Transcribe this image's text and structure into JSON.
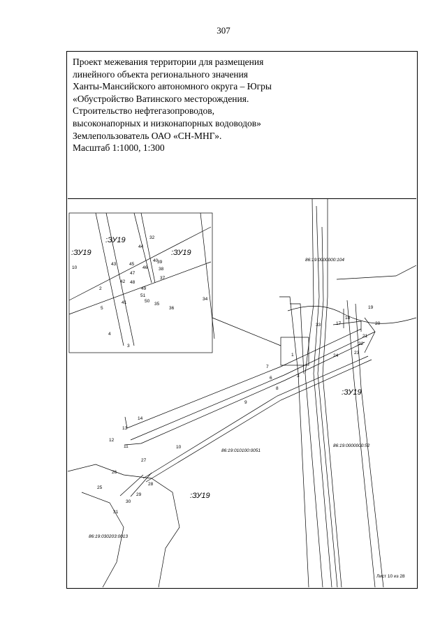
{
  "page_number": "307",
  "title": {
    "lines": [
      "Проект межевания территории для размещения",
      "линейного объекта регионального значения",
      "Ханты-Мансийского автономного округа – Югры",
      "«Обустройство Ватинского месторождения.",
      "Строительство нефтегазопроводов,",
      "высоконапорных и низконапорных водоводов»",
      "Землепользователь ОАО «СН-МНГ».",
      "Масштаб 1:1000, 1:300"
    ]
  },
  "map": {
    "zone_label": ":ЗУ19",
    "cadastral": {
      "c104": "86:19:0000000:104",
      "c52": "86:19:0000000:52",
      "c51": "86:19:010100:0051",
      "c13": "86:19:030203:0013"
    },
    "sheet_label": "Лист 10 из 28",
    "points": {
      "p1": "1",
      "p2": "2",
      "p3": "3",
      "p4": "4",
      "p5": "5",
      "p6": "6",
      "p7": "7",
      "p8": "8",
      "p9": "9",
      "p10": "10",
      "p11": "11",
      "p12": "12",
      "p13": "13",
      "p14": "14",
      "p17": "17",
      "p18": "18",
      "p19": "19",
      "p20": "20",
      "p21": "21",
      "p22": "22",
      "p23": "23",
      "p24": "24",
      "p25": "25",
      "p26": "26",
      "p27": "27",
      "p28": "28",
      "p29": "29",
      "p30": "30",
      "p31": "31",
      "p32": "32",
      "p33": "33",
      "p34": "34",
      "p35": "35",
      "p36": "36",
      "p37": "37",
      "p38": "38",
      "p39": "39",
      "p40": "40",
      "p41": "41",
      "p42": "42",
      "p43": "43",
      "p44": "44",
      "p45": "45",
      "p46": "46",
      "p47": "47",
      "p48": "48",
      "p49": "49",
      "p50": "50",
      "p51": "51"
    }
  }
}
